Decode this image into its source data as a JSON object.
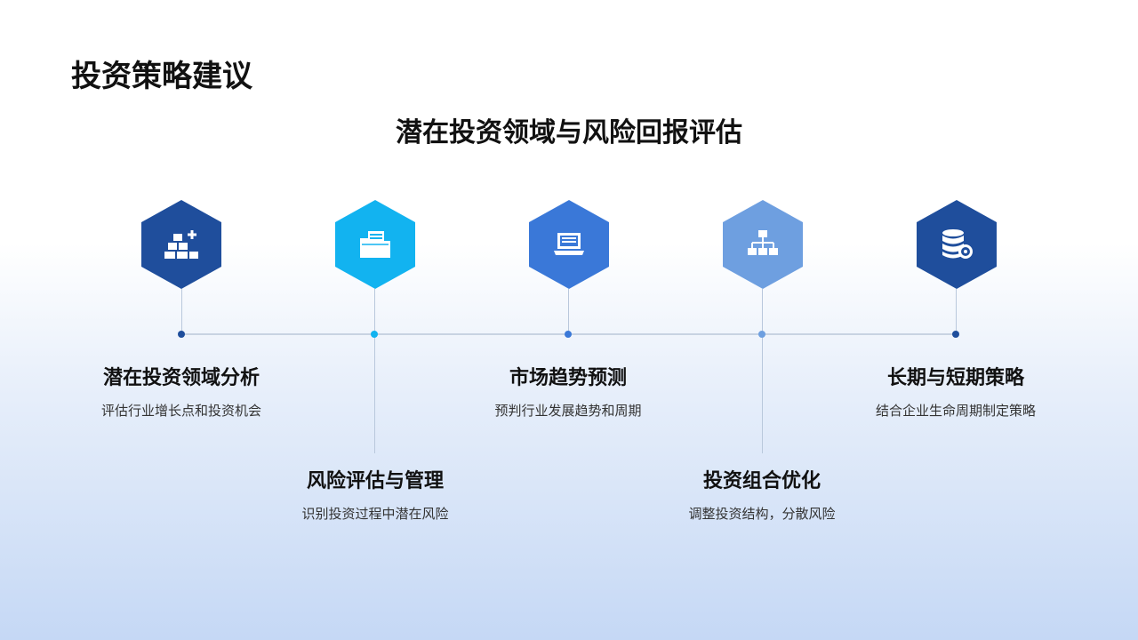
{
  "header": {
    "title": "投资策略建议"
  },
  "diagram": {
    "subtitle": "潜在投资领域与风险回报评估",
    "steps": [
      {
        "title": "潜在投资领域分析",
        "desc": "评估行业增长点和投资机会",
        "icon": "gold-bars-icon",
        "color": "#1f4e9c"
      },
      {
        "title": "风险评估与管理",
        "desc": "识别投资过程中潜在风险",
        "icon": "folder-icon",
        "color": "#12b3f0"
      },
      {
        "title": "市场趋势预测",
        "desc": "预判行业发展趋势和周期",
        "icon": "laptop-icon",
        "color": "#3a78d8"
      },
      {
        "title": "投资组合优化",
        "desc": "调整投资结构，分散风险",
        "icon": "hierarchy-icon",
        "color": "#6e9fe0"
      },
      {
        "title": "长期与短期策略",
        "desc": "结合企业生命周期制定策略",
        "icon": "database-gear-icon",
        "color": "#1f4e9c"
      }
    ]
  }
}
